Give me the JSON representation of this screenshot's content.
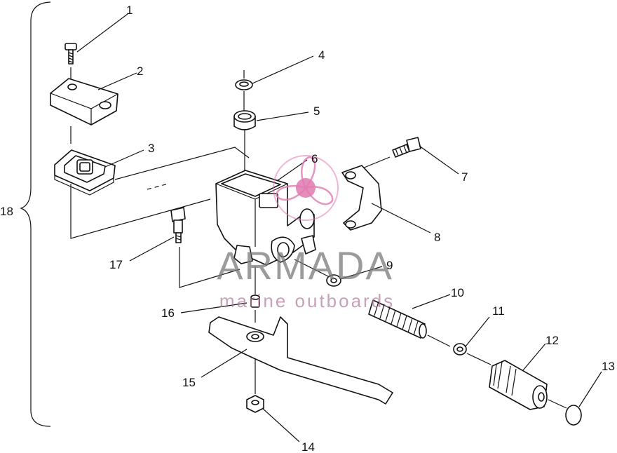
{
  "diagram": {
    "callouts": {
      "c1": "1",
      "c2": "2",
      "c3": "3",
      "c4": "4",
      "c5": "5",
      "c6": "6",
      "c7": "7",
      "c8": "8",
      "c9": "9",
      "c10": "10",
      "c11": "11",
      "c12": "12",
      "c13": "13",
      "c14": "14",
      "c15": "15",
      "c16": "16",
      "c17": "17",
      "c18": "18"
    }
  },
  "watermark": {
    "title": "ARMADA",
    "subtitle": "marine outboards",
    "logo_icon": "propeller-logo-icon",
    "title_color": "#7a7a7a",
    "accent_color": "#e07ab0"
  }
}
